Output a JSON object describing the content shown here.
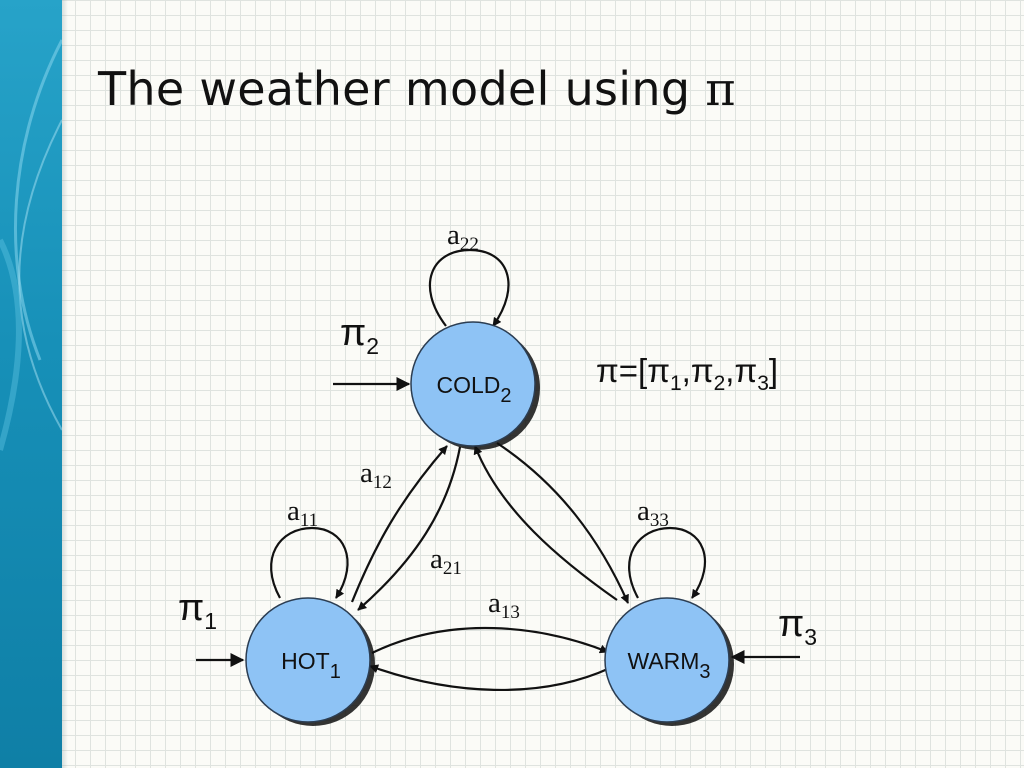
{
  "slide": {
    "title_text": "The weather model using ",
    "title_symbol": "π"
  },
  "diagram": {
    "states": [
      {
        "name": "COLD",
        "sub": "2"
      },
      {
        "name": "HOT",
        "sub": "1"
      },
      {
        "name": "WARM",
        "sub": "3"
      }
    ],
    "transitions": [
      {
        "base": "a",
        "sub": "22"
      },
      {
        "base": "a",
        "sub": "11"
      },
      {
        "base": "a",
        "sub": "33"
      },
      {
        "base": "a",
        "sub": "12"
      },
      {
        "base": "a",
        "sub": "21"
      },
      {
        "base": "a",
        "sub": "13"
      }
    ],
    "initial_probs": [
      {
        "base": "π",
        "sub": "2"
      },
      {
        "base": "π",
        "sub": "1"
      },
      {
        "base": "π",
        "sub": "3"
      }
    ],
    "pi_vector": {
      "prefix": "π=[π",
      "sub1": "1",
      "sep1": ",π",
      "sub2": "2",
      "sep2": ",π",
      "sub3": "3",
      "suffix": "]"
    }
  },
  "colors": {
    "node_fill": "#8ec3f5",
    "node_stroke": "#2b3d52",
    "band": "#1790b8"
  }
}
